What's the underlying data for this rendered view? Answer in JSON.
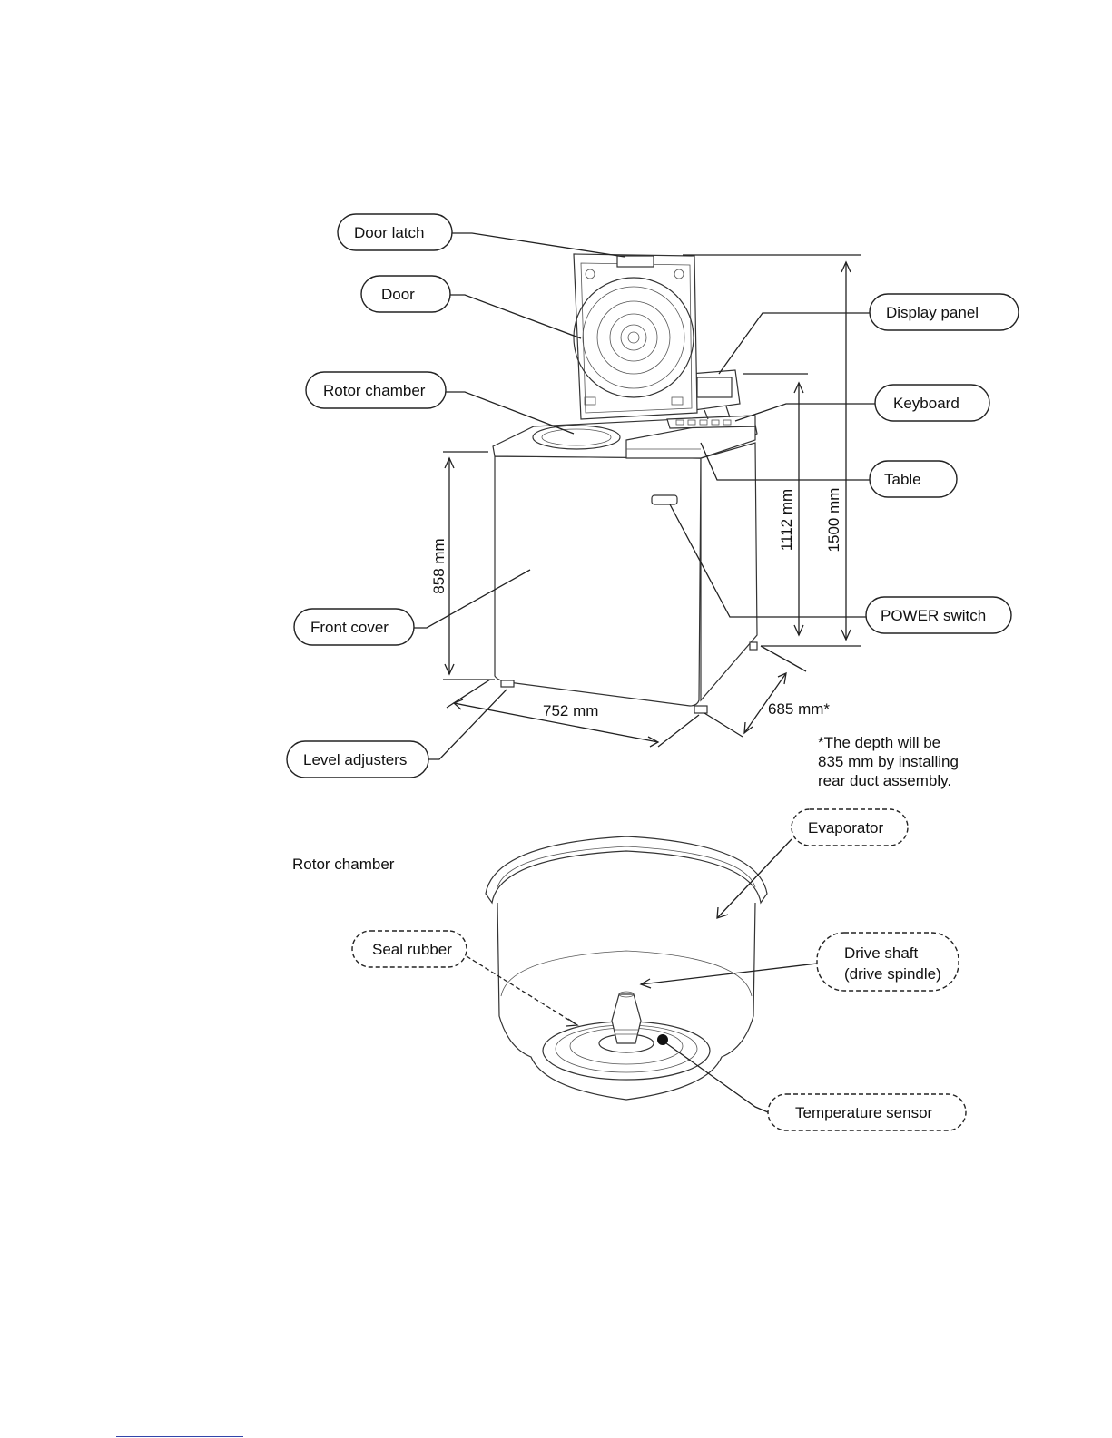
{
  "labels": {
    "door_latch": "Door latch",
    "door": "Door",
    "rotor_chamber": "Rotor chamber",
    "front_cover": "Front cover",
    "level_adjusters": "Level adjusters",
    "display_panel": "Display panel",
    "keyboard": "Keyboard",
    "table": "Table",
    "power_switch": "POWER switch",
    "evaporator": "Evaporator",
    "seal_rubber": "Seal rubber",
    "drive_shaft_line1": "Drive shaft",
    "drive_shaft_line2": "(drive spindle)",
    "temperature_sensor": "Temperature sensor"
  },
  "dimensions": {
    "height_body": "858 mm",
    "height_table": "1112 mm",
    "height_total": "1500 mm",
    "width": "752 mm",
    "depth": "685 mm*"
  },
  "note": {
    "line1": "*The depth will be",
    "line2": "835 mm by installing",
    "line3": "rear duct assembly."
  },
  "section_caption": "Rotor chamber"
}
